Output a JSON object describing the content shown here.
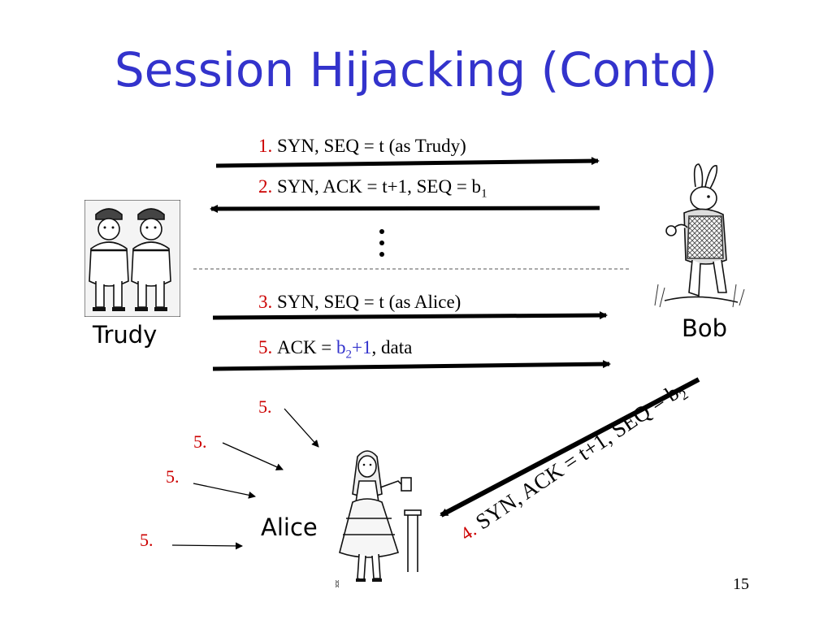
{
  "title": "Session Hijacking (Contd)",
  "actors": {
    "trudy": "Trudy",
    "bob": "Bob",
    "alice": "Alice"
  },
  "messages": {
    "m1": {
      "num": "1.",
      "text": "SYN, SEQ = t (as Trudy)"
    },
    "m2": {
      "num": "2.",
      "text": "SYN, ACK = t+1, SEQ = b",
      "sub": "1"
    },
    "m3": {
      "num": "3.",
      "text": "SYN, SEQ = t  (as Alice)"
    },
    "m5": {
      "num": "5.",
      "pre": "ACK = ",
      "val": "b",
      "sub": "2",
      "post": "+1",
      "tail": ", data"
    },
    "m4": {
      "num": "4.",
      "text": "SYN, ACK = t+1, SEQ = b",
      "sub": "2"
    }
  },
  "alice_arrows": [
    "5.",
    "5.",
    "5.",
    "5."
  ],
  "page_number": "15",
  "colors": {
    "title": "#3333cc",
    "step_number": "#cc0000",
    "highlight": "#3333cc"
  }
}
